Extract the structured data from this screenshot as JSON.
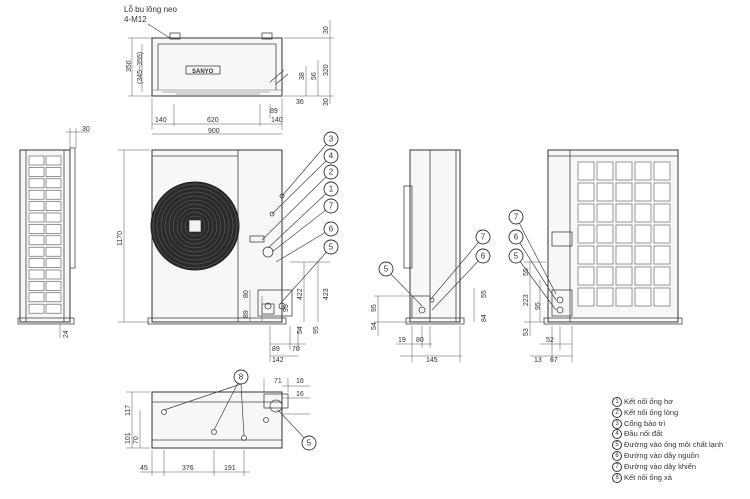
{
  "top_view": {
    "anchor_label_1": "Lỗ bu lông neo",
    "anchor_label_2": "4-M12",
    "dims": {
      "d350": "350",
      "d345_355": "(345~355)",
      "d30a": "30",
      "d320": "320",
      "d38": "38",
      "d56": "56",
      "d36": "36",
      "d30b": "30",
      "d89": "89",
      "d140r": "140",
      "d140l": "140",
      "d620": "620",
      "d900": "900"
    }
  },
  "left_side": {
    "dims": {
      "d30": "30",
      "d24": "24"
    }
  },
  "front_view": {
    "dims": {
      "d1170": "1170",
      "d95a": "95",
      "d80": "80",
      "d89v": "89",
      "d422": "422",
      "d423": "423",
      "d54": "54",
      "d95b": "95",
      "d89h": "89",
      "d70": "70",
      "d142": "142"
    },
    "callouts": [
      "3",
      "4",
      "2",
      "1",
      "7",
      "6",
      "5"
    ]
  },
  "side_view": {
    "dims": {
      "d95": "95",
      "d54": "54",
      "d55": "55",
      "d84": "84",
      "d19": "19",
      "d80": "80",
      "d145": "145"
    },
    "callouts": [
      "5",
      "7",
      "6"
    ]
  },
  "back_view": {
    "dims": {
      "d55": "55",
      "d223": "223",
      "d95": "95",
      "d53": "53",
      "d52": "52",
      "d13": "13",
      "d67": "67"
    },
    "callouts": [
      "7",
      "6",
      "5"
    ]
  },
  "bottom_view": {
    "dims": {
      "d117": "117",
      "d101": "101",
      "d70": "70",
      "d45": "45",
      "d376": "376",
      "d191": "191",
      "d71": "71",
      "d16a": "16",
      "d16b": "16"
    },
    "callouts": [
      "8",
      "5"
    ]
  },
  "legend": [
    {
      "num": "1",
      "text": "Kết nối ống hơ"
    },
    {
      "num": "2",
      "text": "Kết nối ống lỏng"
    },
    {
      "num": "3",
      "text": "Cổng bảo trì"
    },
    {
      "num": "4",
      "text": "Đầu nối đất"
    },
    {
      "num": "5",
      "text": "Đường vào ống môi chất lạnh"
    },
    {
      "num": "6",
      "text": "Đường vào dây nguồn"
    },
    {
      "num": "7",
      "text": "Đường vào dây khiển"
    },
    {
      "num": "8",
      "text": "Kết nối ống xả"
    }
  ]
}
